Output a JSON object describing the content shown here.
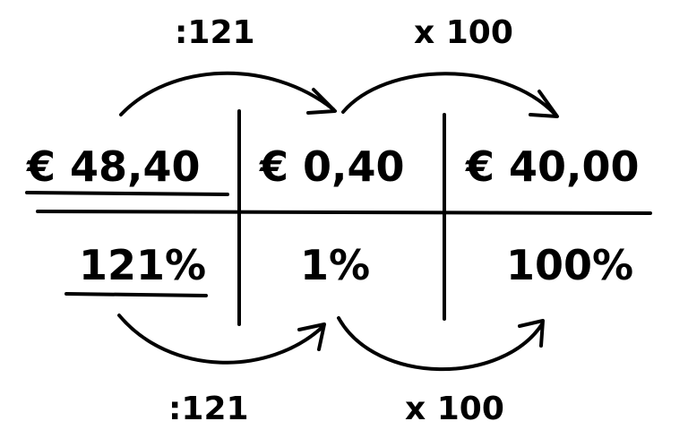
{
  "table": {
    "row_top": [
      "€ 48,40",
      "€ 0,40",
      "€ 40,00"
    ],
    "row_bottom": [
      "121%",
      "1%",
      "100%"
    ]
  },
  "operations": {
    "top_left": ":121",
    "top_right": "x 100",
    "bottom_left": ":121",
    "bottom_right": "x 100"
  },
  "colors": {
    "ink": "#000000",
    "background": "#ffffff"
  }
}
